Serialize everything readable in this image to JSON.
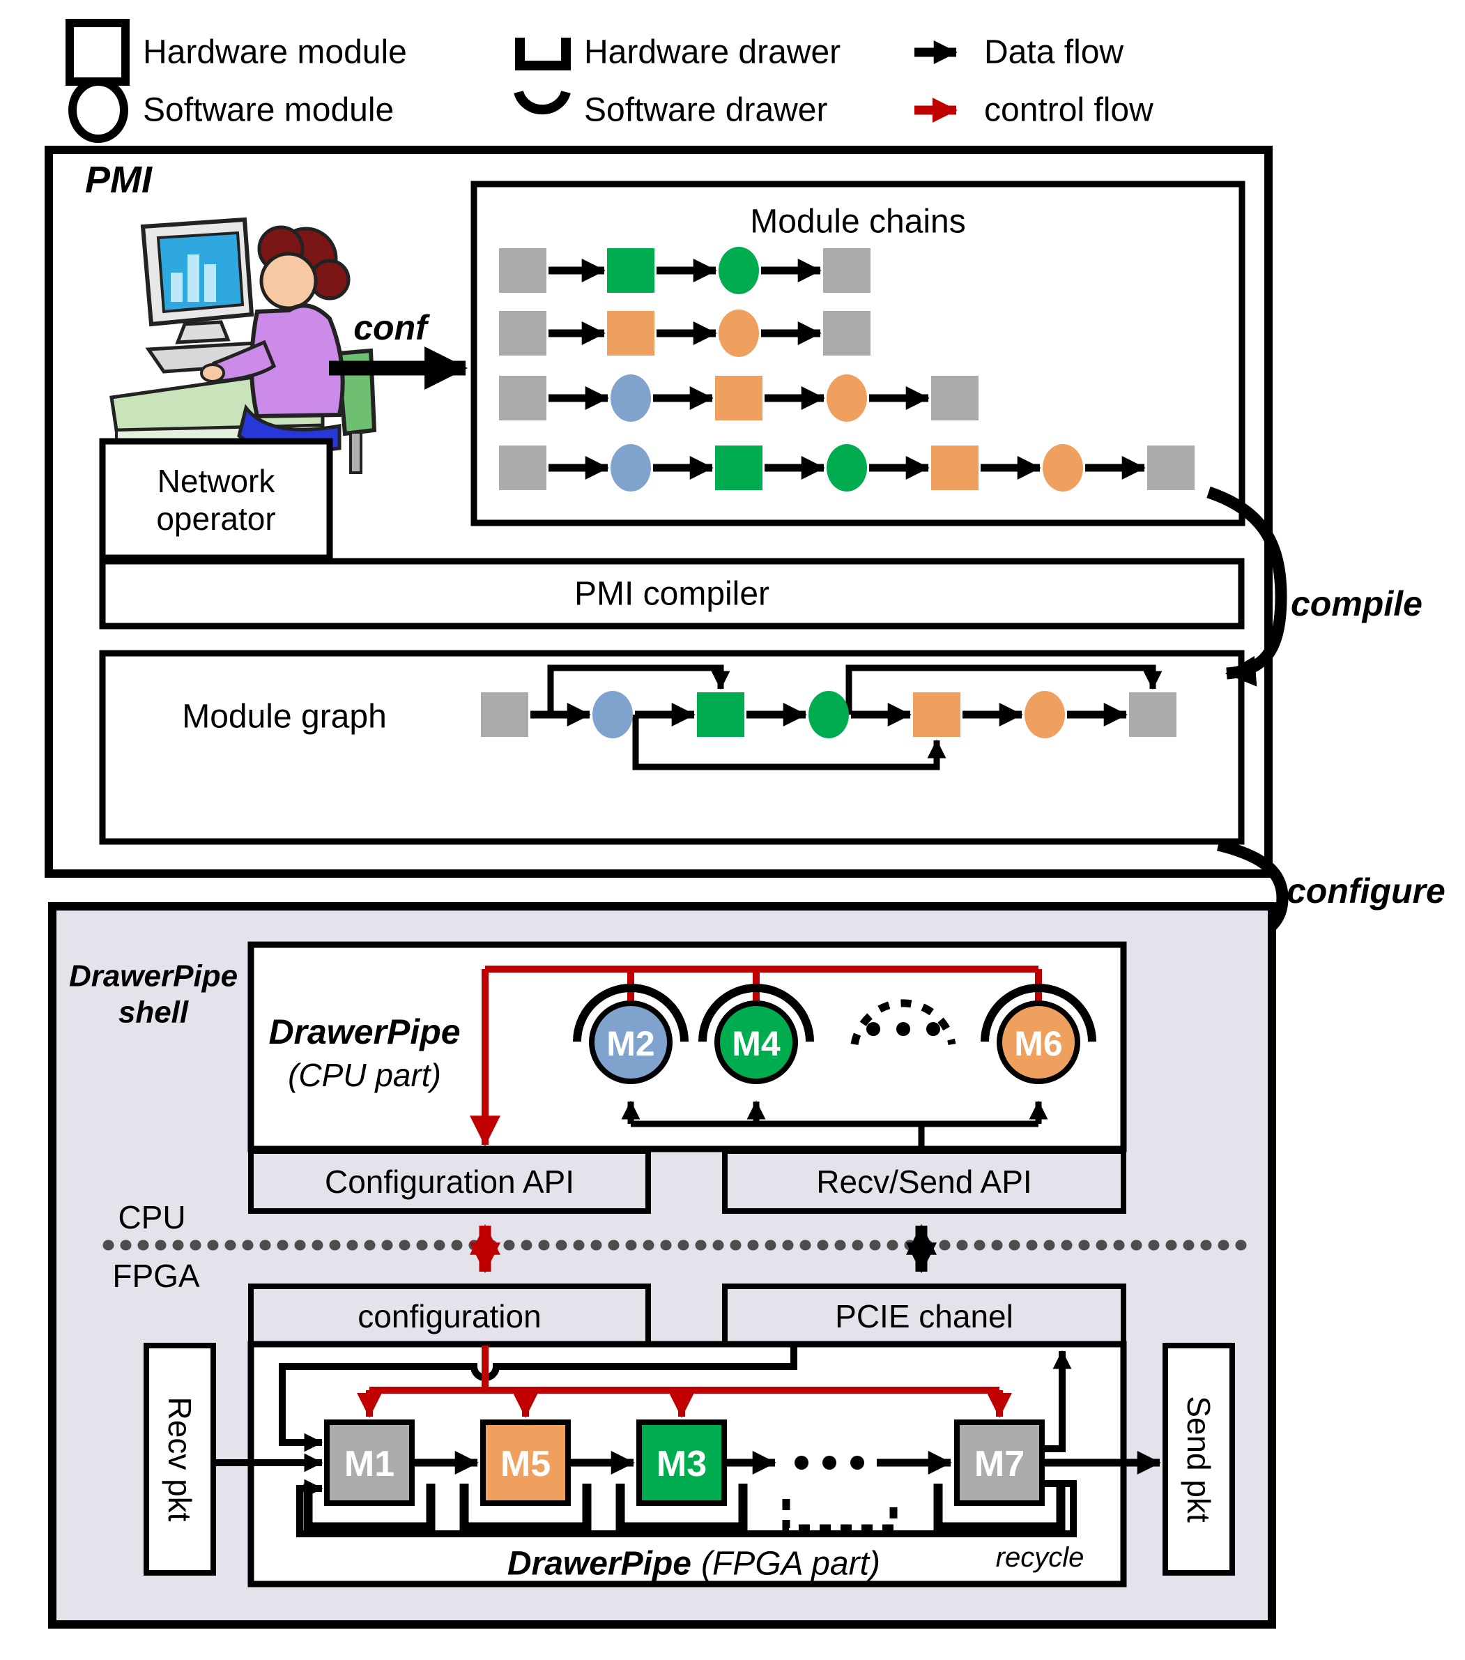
{
  "colors": {
    "red": "#C00000",
    "green": "#00AC50",
    "orange": "#EFA05E",
    "blue": "#7FA3CC",
    "gray": "#ABABAB",
    "shell_bg": "#E4E2EB",
    "divider_gray": "#4D4D4D"
  },
  "legend": {
    "hardware_module": "Hardware module",
    "software_module": "Software module",
    "hardware_drawer": "Hardware drawer",
    "software_drawer": "Software drawer",
    "data_flow": "Data flow",
    "control_flow": "control flow"
  },
  "pmi": {
    "title": "PMI",
    "network_operator": {
      "line1": "Network",
      "line2": "operator"
    },
    "conf_label": "conf",
    "module_chains": {
      "title": "Module chains",
      "rows": [
        [
          "gray-square",
          "green-square",
          "green-circle",
          "gray-square"
        ],
        [
          "gray-square",
          "orange-square",
          "orange-circle",
          "gray-square"
        ],
        [
          "gray-square",
          "blue-circle",
          "orange-square",
          "orange-circle",
          "gray-square"
        ],
        [
          "gray-square",
          "blue-circle",
          "green-square",
          "green-circle",
          "orange-square",
          "orange-circle",
          "gray-square"
        ]
      ]
    },
    "compiler_label": "PMI compiler",
    "module_graph": {
      "label": "Module graph",
      "nodes": [
        "gray-square",
        "blue-circle",
        "green-square",
        "green-circle",
        "orange-square",
        "orange-circle",
        "gray-square"
      ]
    },
    "compile_label": "compile",
    "configure_label": "configure"
  },
  "shell": {
    "title": {
      "line1": "DrawerPipe",
      "line2": "shell"
    },
    "cpu_part": {
      "title": "DrawerPipe",
      "subtitle": "(CPU part)",
      "modules": [
        {
          "label": "M2",
          "color": "blue"
        },
        {
          "label": "M4",
          "color": "green"
        },
        {
          "label": "M6",
          "color": "orange"
        }
      ]
    },
    "configuration_api": "Configuration API",
    "recv_send_api": "Recv/Send API",
    "cpu_label": "CPU",
    "fpga_label": "FPGA",
    "configuration": "configuration",
    "pcie_channel": "PCIE chanel",
    "recv_pkt": "Recv pkt",
    "send_pkt": "Send pkt",
    "fpga_part": {
      "title": "DrawerPipe",
      "subtitle": "(FPGA part)",
      "modules": [
        {
          "label": "M1",
          "color": "gray"
        },
        {
          "label": "M5",
          "color": "orange"
        },
        {
          "label": "M3",
          "color": "green"
        },
        {
          "label": "M7",
          "color": "gray"
        }
      ],
      "recycle_label": "recycle"
    }
  }
}
